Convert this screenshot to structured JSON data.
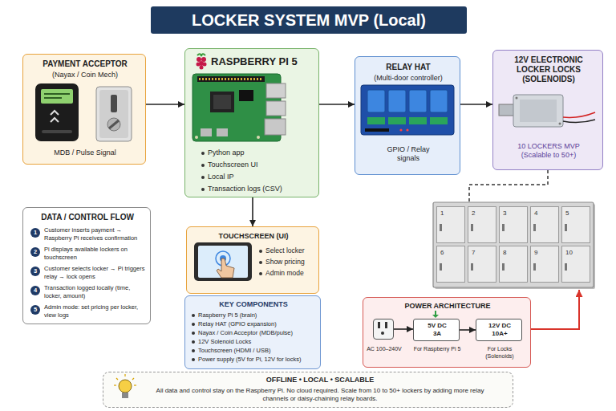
{
  "diagram": {
    "title": "LOCKER SYSTEM MVP (Local)",
    "nodes": [
      {
        "text": [
          "PAYMENT ACCEPTOR",
          "(Nayax / Coin Mech)",
          "MDB / Pulse Signal"
        ]
      },
      {
        "text": [
          "RASPBERRY PI 5",
          "Python app",
          "Touchscreen UI",
          "Local IP",
          "Transaction logs (CSV)"
        ]
      },
      {
        "text": [
          "RELAY HAT",
          "(Multi-door controller)",
          "GPIO / Relay signals"
        ]
      },
      {
        "text": [
          "12V ELECTRONIC LOCKER LOCKS (SOLENOIDS)",
          "10 LOCKERS MVP (Scalable to 50+)"
        ]
      },
      {
        "text": [
          "DATA / CONTROL FLOW",
          "Customer inserts payment → Raspberry Pi receives confirmation",
          "Pi displays available lockers on touchscreen",
          "Customer selects locker → Pi triggers relay → lock opens",
          "Transaction logged locally (time, locker, amount)",
          "Admin mode: set pricing per locker, view logs"
        ]
      },
      {
        "text": [
          "TOUCHSCREEN (UI)",
          "Select locker",
          "Show pricing",
          "Admin mode"
        ]
      },
      {
        "text": [
          "KEY COMPONENTS",
          "Raspberry Pi 5 (brain)",
          "Relay HAT (GPIO expansion)",
          "Nayax / Coin Acceptor (MDB/pulse)",
          "12V Solenoid Locks",
          "Touchscreen (HDMI / USB)",
          "Power supply (5V for Pi, 12V for locks)"
        ]
      },
      {
        "text": [
          "1"
        ]
      },
      {
        "text": [
          "2"
        ]
      },
      {
        "text": [
          "3"
        ]
      },
      {
        "text": [
          "4"
        ]
      },
      {
        "text": [
          "5"
        ]
      },
      {
        "text": [
          "6"
        ]
      },
      {
        "text": [
          "7"
        ]
      },
      {
        "text": [
          "8"
        ]
      },
      {
        "text": [
          "9"
        ]
      },
      {
        "text": [
          "10"
        ]
      },
      {
        "text": [
          "POWER ARCHITECTURE"
        ]
      },
      {
        "text": [
          "AC 100–240V"
        ],
        "in": 17
      },
      {
        "text": [
          "5V DC 3A",
          "For Raspberry Pi 5"
        ],
        "in": 17
      },
      {
        "text": [
          "12V DC 10A+",
          "For Locks (Solenoids)"
        ],
        "in": 17
      },
      {
        "text": [
          "OFFLINE • LOCAL • SCALABLE",
          "All data and control stay on the Raspberry Pi. No cloud required. Scale from 10 to 50+ lockers by adding more relay channels or daisy-chaining relay boards."
        ]
      }
    ],
    "edges": [
      {
        "from": 0,
        "to": 1,
        "arrow": "to"
      },
      {
        "from": 1,
        "to": 2,
        "arrow": "to"
      },
      {
        "from": 2,
        "to": 3,
        "arrow": "to"
      },
      {
        "from": 1,
        "to": 5,
        "arrow": "to"
      },
      {
        "from": 18,
        "to": 19,
        "arrow": "to"
      },
      {
        "from": 19,
        "to": 20,
        "arrow": "to"
      }
    ],
    "labels": [
      "1",
      "2",
      "3",
      "4",
      "5"
    ]
  }
}
